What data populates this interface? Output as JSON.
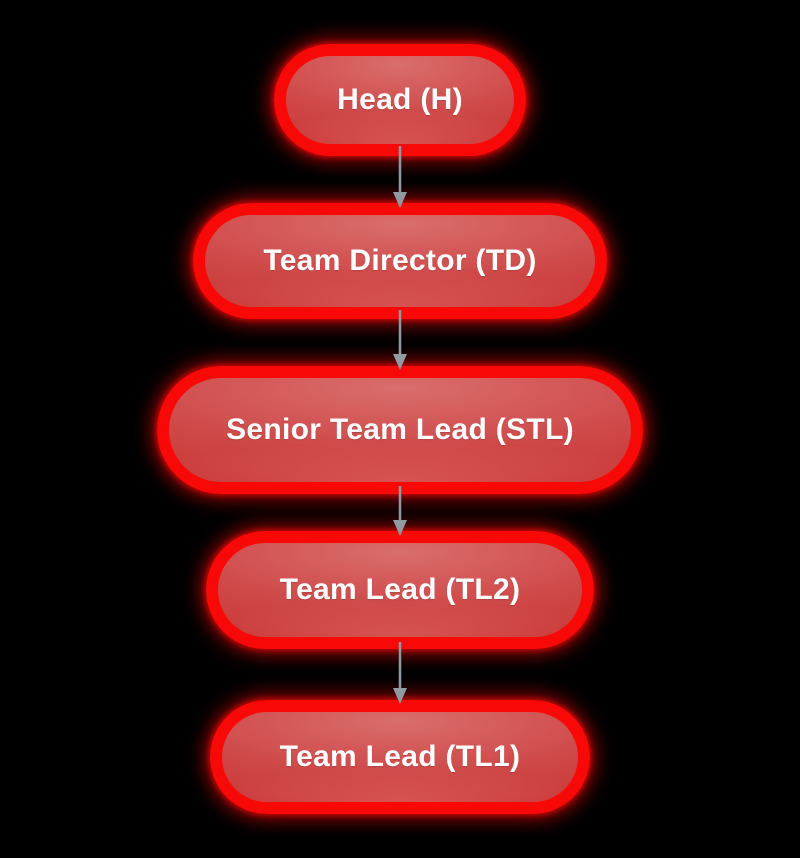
{
  "diagram": {
    "type": "org-chart-flowchart",
    "direction": "top-down",
    "nodes": [
      {
        "id": "H",
        "label": "Head (H)"
      },
      {
        "id": "TD",
        "label": "Team Director (TD)"
      },
      {
        "id": "STL",
        "label": "Senior Team Lead (STL)"
      },
      {
        "id": "TL2",
        "label": "Team Lead (TL2)"
      },
      {
        "id": "TL1",
        "label": "Team Lead (TL1)"
      }
    ],
    "edges": [
      {
        "from": "H",
        "to": "TD",
        "arrow": "down"
      },
      {
        "from": "TD",
        "to": "STL",
        "arrow": "down"
      },
      {
        "from": "STL",
        "to": "TL2",
        "arrow": "down"
      },
      {
        "from": "TL2",
        "to": "TL1",
        "arrow": "down"
      }
    ]
  },
  "theme": {
    "background": "#000000",
    "node_border": "#f90808",
    "node_glow": "rgba(255,10,10,0.55)",
    "node_fill_top": "#d96d6d",
    "node_fill_mid": "#cf4747",
    "node_fill_bottom": "#c42d2d",
    "label_color": "#ffffff",
    "connector_color": "#8f9aa2"
  }
}
